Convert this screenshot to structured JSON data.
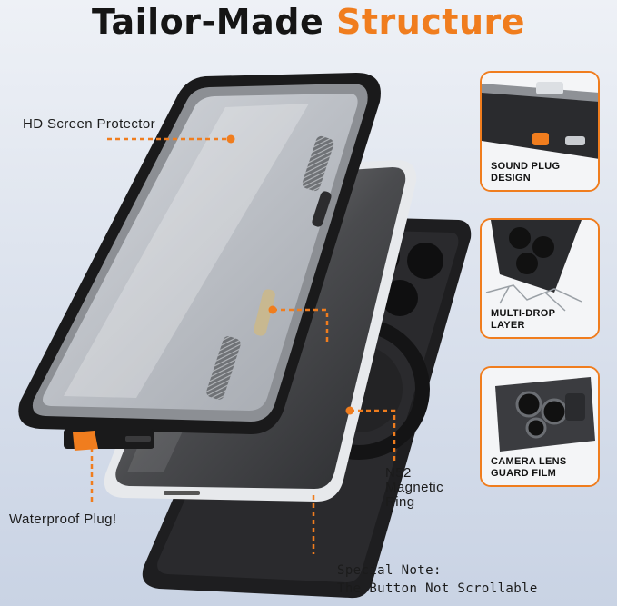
{
  "title": {
    "main": "Tailor-Made",
    "accent": "Structure"
  },
  "colors": {
    "accent": "#f07d1e",
    "text": "#151515",
    "case_black": "#1e1e1e",
    "frame_gray": "#8c8f94"
  },
  "callouts": {
    "screen": "HD Screen Protector",
    "plug": "Waterproof Plug!",
    "ring_line1": "N52",
    "ring_line2": "Magnetic",
    "ring_line3": "Ring",
    "note_line1": "Special Note:",
    "note_line2": "The Button Not Scrollable"
  },
  "insets": [
    {
      "line1": "SOUND PLUG",
      "line2": "DESIGN",
      "icon": "sound-plug-closeup"
    },
    {
      "line1": "MULTI-DROP",
      "line2": "LAYER",
      "icon": "drop-impact-closeup"
    },
    {
      "line1": "CAMERA LENS",
      "line2": "GUARD FILM",
      "icon": "camera-lens-closeup"
    }
  ]
}
